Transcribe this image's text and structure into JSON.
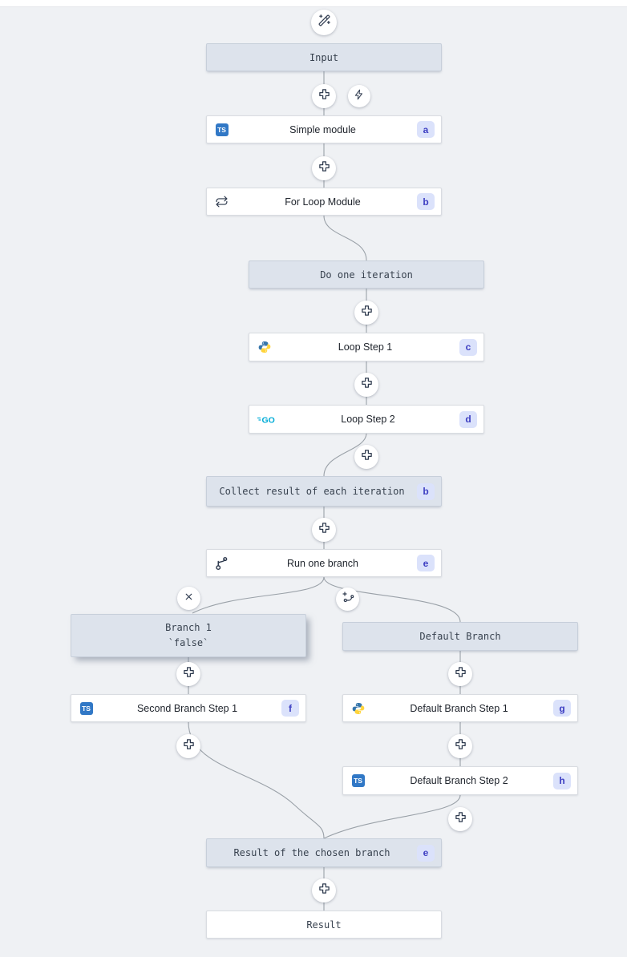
{
  "flow": {
    "nodes": {
      "input": {
        "label": "Input"
      },
      "simple_module": {
        "label": "Simple module",
        "badge": "a",
        "language": "typescript"
      },
      "for_loop_module": {
        "label": "For Loop Module",
        "badge": "b"
      },
      "do_one_iteration": {
        "label": "Do one iteration"
      },
      "loop_step_1": {
        "label": "Loop Step 1",
        "badge": "c",
        "language": "python"
      },
      "loop_step_2": {
        "label": "Loop Step 2",
        "badge": "d",
        "language": "go"
      },
      "collect_result": {
        "label": "Collect result of each iteration",
        "badge": "b"
      },
      "run_one_branch": {
        "label": "Run one branch",
        "badge": "e"
      },
      "branch_1": {
        "label": "Branch 1",
        "sublabel": "`false`"
      },
      "default_branch": {
        "label": "Default Branch"
      },
      "second_branch_step_1": {
        "label": "Second Branch Step 1",
        "badge": "f",
        "language": "typescript"
      },
      "default_branch_step_1": {
        "label": "Default Branch Step 1",
        "badge": "g",
        "language": "python"
      },
      "default_branch_step_2": {
        "label": "Default Branch Step 2",
        "badge": "h",
        "language": "typescript"
      },
      "result_of_chosen_branch": {
        "label": "Result of the chosen branch",
        "badge": "e"
      },
      "result": {
        "label": "Result"
      }
    },
    "icons": {
      "start": "wand-sparkles-icon",
      "insert_step": "plus-icon",
      "trigger": "bolt-icon",
      "remove_branch": "x-icon",
      "add_branch": "branch-plus-icon",
      "for_loop": "repeat-icon",
      "branch": "git-branch-icon",
      "ts_label": "TS",
      "go_label": "GO"
    },
    "colors": {
      "canvas_bg": "#eff1f4",
      "virtual_node_bg": "#dde3ec",
      "virtual_node_border": "#c7cfda",
      "module_bg": "#ffffff",
      "badge_bg": "#dbe2fb",
      "badge_text": "#3d3ec2",
      "edge": "#9aa1a8",
      "typescript_blue": "#3178c6",
      "python_blue": "#3776ab",
      "python_yellow": "#ffd43b",
      "go_cyan": "#00acd7",
      "icon_stroke": "#2e3a4e"
    }
  }
}
